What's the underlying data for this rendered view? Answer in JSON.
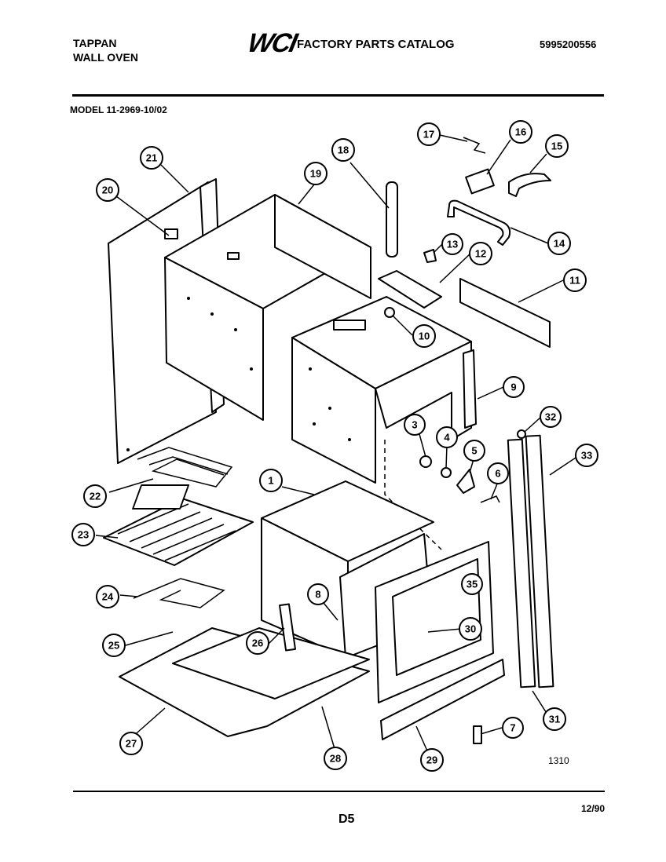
{
  "header": {
    "brand_line1": "TAPPAN",
    "brand_line2": "WALL OVEN",
    "logo_text": "WCI",
    "catalog_title": "FACTORY PARTS CATALOG",
    "catalog_number": "5995200556",
    "model": "MODEL 11-2969-10/02"
  },
  "diagram": {
    "callouts": [
      "1",
      "3",
      "4",
      "5",
      "6",
      "7",
      "8",
      "9",
      "10",
      "11",
      "12",
      "13",
      "14",
      "15",
      "16",
      "17",
      "18",
      "19",
      "20",
      "21",
      "22",
      "23",
      "24",
      "25",
      "26",
      "27",
      "28",
      "29",
      "30",
      "31",
      "32",
      "33",
      "35"
    ],
    "figure_code": "1310"
  },
  "footer": {
    "page": "D5",
    "date": "12/90"
  }
}
